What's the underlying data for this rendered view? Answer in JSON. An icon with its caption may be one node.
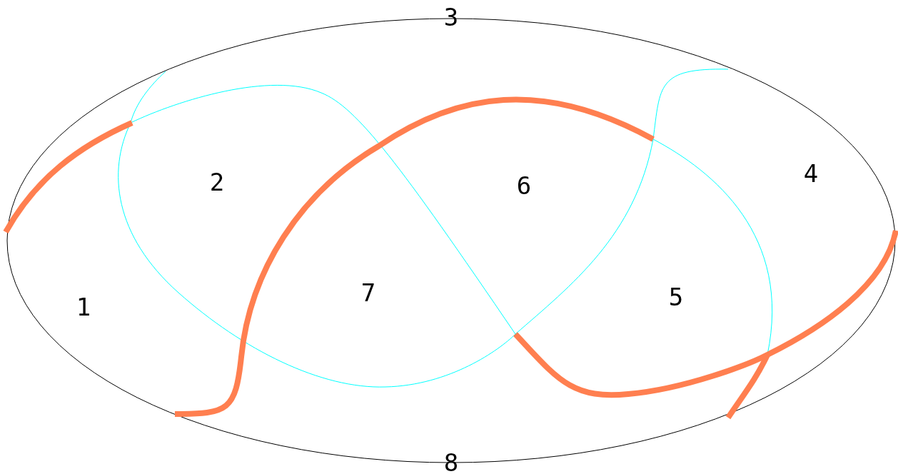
{
  "diagram": {
    "labels": [
      "3",
      "4",
      "2",
      "6",
      "7",
      "5",
      "1",
      "8"
    ]
  }
}
